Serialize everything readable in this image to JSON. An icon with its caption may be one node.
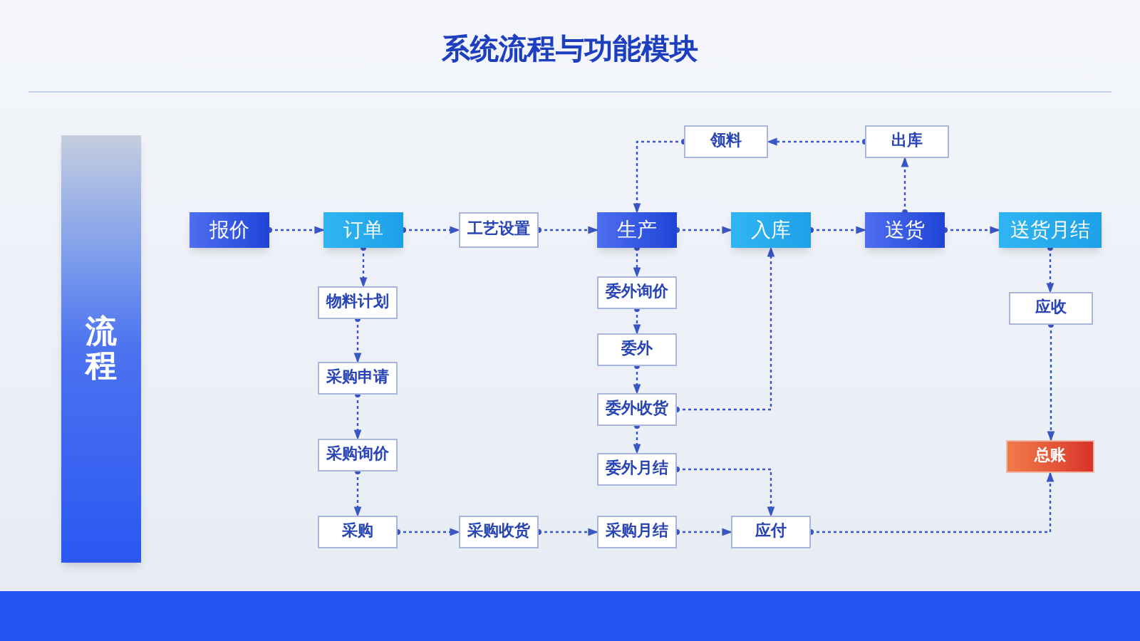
{
  "diagram": {
    "title": "系统流程与功能模块",
    "nodes": [
      {
        "text": [
          "流程"
        ]
      },
      {
        "text": [
          "报价"
        ]
      },
      {
        "text": [
          "订单"
        ]
      },
      {
        "text": [
          "工艺设置"
        ]
      },
      {
        "text": [
          "生产"
        ]
      },
      {
        "text": [
          "入库"
        ]
      },
      {
        "text": [
          "送货"
        ]
      },
      {
        "text": [
          "送货月结"
        ]
      },
      {
        "text": [
          "领料"
        ]
      },
      {
        "text": [
          "出库"
        ]
      },
      {
        "text": [
          "物料计划"
        ]
      },
      {
        "text": [
          "采购申请"
        ]
      },
      {
        "text": [
          "采购询价"
        ]
      },
      {
        "text": [
          "采购"
        ]
      },
      {
        "text": [
          "采购收货"
        ]
      },
      {
        "text": [
          "采购月结"
        ]
      },
      {
        "text": [
          "应付"
        ]
      },
      {
        "text": [
          "委外询价"
        ]
      },
      {
        "text": [
          "委外"
        ]
      },
      {
        "text": [
          "委外收货"
        ]
      },
      {
        "text": [
          "委外月结"
        ]
      },
      {
        "text": [
          "应收"
        ]
      },
      {
        "text": [
          "总账"
        ]
      }
    ],
    "edges": [
      {
        "from": 1,
        "to": 2,
        "arrow": "to",
        "style": "dashed"
      },
      {
        "from": 2,
        "to": 3,
        "arrow": "to",
        "style": "dashed"
      },
      {
        "from": 3,
        "to": 4,
        "arrow": "to",
        "style": "dashed"
      },
      {
        "from": 4,
        "to": 5,
        "arrow": "to",
        "style": "dashed"
      },
      {
        "from": 5,
        "to": 6,
        "arrow": "to",
        "style": "dashed"
      },
      {
        "from": 6,
        "to": 7,
        "arrow": "to",
        "style": "dashed"
      },
      {
        "from": 9,
        "to": 8,
        "arrow": "to",
        "style": "dashed"
      },
      {
        "from": 8,
        "to": 4,
        "arrow": "to",
        "style": "dashed"
      },
      {
        "from": 6,
        "to": 9,
        "arrow": "to",
        "style": "dashed"
      },
      {
        "from": 7,
        "to": 21,
        "arrow": "to",
        "style": "dashed"
      },
      {
        "from": 21,
        "to": 22,
        "arrow": "to",
        "style": "dashed"
      },
      {
        "from": 2,
        "to": 10,
        "arrow": "to",
        "style": "dashed"
      },
      {
        "from": 10,
        "to": 11,
        "arrow": "to",
        "style": "dashed"
      },
      {
        "from": 11,
        "to": 12,
        "arrow": "to",
        "style": "dashed"
      },
      {
        "from": 12,
        "to": 13,
        "arrow": "to",
        "style": "dashed"
      },
      {
        "from": 13,
        "to": 14,
        "arrow": "to",
        "style": "dashed"
      },
      {
        "from": 14,
        "to": 15,
        "arrow": "to",
        "style": "dashed"
      },
      {
        "from": 15,
        "to": 16,
        "arrow": "to",
        "style": "dashed"
      },
      {
        "from": 4,
        "to": 17,
        "arrow": "to",
        "style": "dashed"
      },
      {
        "from": 17,
        "to": 18,
        "arrow": "to",
        "style": "dashed"
      },
      {
        "from": 18,
        "to": 19,
        "arrow": "to",
        "style": "dashed"
      },
      {
        "from": 19,
        "to": 20,
        "arrow": "to",
        "style": "dashed"
      },
      {
        "from": 19,
        "to": 5,
        "arrow": "to",
        "style": "dashed"
      },
      {
        "from": 20,
        "to": 16,
        "arrow": "to",
        "style": "dashed"
      },
      {
        "from": 16,
        "to": 22,
        "arrow": "to",
        "style": "dashed"
      }
    ]
  }
}
